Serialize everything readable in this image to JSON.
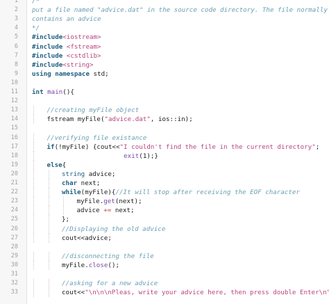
{
  "editor": {
    "lines": [
      {
        "n": "1",
        "indent": 0,
        "tokens": [
          {
            "t": "/*",
            "k": "c"
          }
        ]
      },
      {
        "n": "2",
        "indent": 0,
        "tokens": [
          {
            "t": "put a file named \"advice.dat\" in the source code directory. The file normally",
            "k": "c"
          }
        ]
      },
      {
        "n": "3",
        "indent": 0,
        "tokens": [
          {
            "t": "contains an advice",
            "k": "c"
          }
        ]
      },
      {
        "n": "4",
        "indent": 0,
        "tokens": [
          {
            "t": "*/",
            "k": "c"
          }
        ]
      },
      {
        "n": "5",
        "indent": 0,
        "tokens": [
          {
            "t": "#include",
            "k": "pp"
          },
          {
            "t": "<iostream>",
            "k": "hd"
          }
        ]
      },
      {
        "n": "6",
        "indent": 0,
        "tokens": [
          {
            "t": "#include ",
            "k": "pp"
          },
          {
            "t": "<fstream>",
            "k": "hd"
          }
        ]
      },
      {
        "n": "7",
        "indent": 0,
        "tokens": [
          {
            "t": "#include ",
            "k": "pp"
          },
          {
            "t": "<cstdlib>",
            "k": "hd"
          }
        ]
      },
      {
        "n": "8",
        "indent": 0,
        "tokens": [
          {
            "t": "#include",
            "k": "pp"
          },
          {
            "t": "<string>",
            "k": "hd"
          }
        ]
      },
      {
        "n": "9",
        "indent": 0,
        "tokens": [
          {
            "t": "using namespace ",
            "k": "kw"
          },
          {
            "t": "std;",
            "k": "pl"
          }
        ]
      },
      {
        "n": "10",
        "indent": 0,
        "tokens": []
      },
      {
        "n": "11",
        "indent": 0,
        "tokens": [
          {
            "t": "int ",
            "k": "kw"
          },
          {
            "t": "main",
            "k": "fn"
          },
          {
            "t": "(){",
            "k": "pl"
          }
        ]
      },
      {
        "n": "12",
        "indent": 0,
        "tokens": []
      },
      {
        "n": "13",
        "indent": 1,
        "tokens": [
          {
            "t": "//creating myFile object",
            "k": "c"
          }
        ]
      },
      {
        "n": "14",
        "indent": 1,
        "tokens": [
          {
            "t": "fstream myFile(",
            "k": "pl"
          },
          {
            "t": "\"advice.dat\"",
            "k": "st"
          },
          {
            "t": ", ios::in);",
            "k": "pl"
          }
        ]
      },
      {
        "n": "15",
        "indent": 0,
        "tokens": []
      },
      {
        "n": "16",
        "indent": 1,
        "tokens": [
          {
            "t": "//verifying file existance",
            "k": "c"
          }
        ]
      },
      {
        "n": "17",
        "indent": 1,
        "tokens": [
          {
            "t": "if",
            "k": "kw"
          },
          {
            "t": "(!myFile) {cout<<",
            "k": "pl"
          },
          {
            "t": "\"I couldn't find the file in the current directory\"",
            "k": "st"
          },
          {
            "t": ";",
            "k": "pl"
          }
        ]
      },
      {
        "n": "18",
        "indent": 1,
        "tokens": [
          {
            "t": "                    ",
            "k": "pl"
          },
          {
            "t": "exit",
            "k": "fn"
          },
          {
            "t": "(1);}",
            "k": "pl"
          }
        ]
      },
      {
        "n": "19",
        "indent": 1,
        "tokens": [
          {
            "t": "else",
            "k": "kw"
          },
          {
            "t": "{",
            "k": "pl"
          }
        ]
      },
      {
        "n": "20",
        "indent": 2,
        "tokens": [
          {
            "t": "string ",
            "k": "ty"
          },
          {
            "t": "advice;",
            "k": "pl"
          }
        ]
      },
      {
        "n": "21",
        "indent": 2,
        "tokens": [
          {
            "t": "char ",
            "k": "kw"
          },
          {
            "t": "next;",
            "k": "pl"
          }
        ]
      },
      {
        "n": "22",
        "indent": 2,
        "tokens": [
          {
            "t": "while",
            "k": "kw"
          },
          {
            "t": "(myFile){",
            "k": "pl"
          },
          {
            "t": "//It will stop after receiving the EOF character",
            "k": "c"
          }
        ]
      },
      {
        "n": "23",
        "indent": 3,
        "tokens": [
          {
            "t": "myFile.",
            "k": "pl"
          },
          {
            "t": "get",
            "k": "fn"
          },
          {
            "t": "(next);",
            "k": "pl"
          }
        ]
      },
      {
        "n": "24",
        "indent": 3,
        "tokens": [
          {
            "t": "advice ",
            "k": "pl"
          },
          {
            "t": "+=",
            "k": "op"
          },
          {
            "t": " next;",
            "k": "pl"
          }
        ]
      },
      {
        "n": "25",
        "indent": 2,
        "tokens": [
          {
            "t": "};",
            "k": "pl"
          }
        ]
      },
      {
        "n": "26",
        "indent": 2,
        "tokens": [
          {
            "t": "//Displaying the old advice",
            "k": "c"
          }
        ]
      },
      {
        "n": "27",
        "indent": 2,
        "tokens": [
          {
            "t": "cout<<advice;",
            "k": "pl"
          }
        ]
      },
      {
        "n": "28",
        "indent": 0,
        "tokens": []
      },
      {
        "n": "29",
        "indent": 2,
        "tokens": [
          {
            "t": "//disconnecting the file",
            "k": "c"
          }
        ]
      },
      {
        "n": "30",
        "indent": 2,
        "tokens": [
          {
            "t": "myFile.",
            "k": "pl"
          },
          {
            "t": "close",
            "k": "fn"
          },
          {
            "t": "();",
            "k": "pl"
          }
        ]
      },
      {
        "n": "31",
        "indent": 0,
        "tokens": []
      },
      {
        "n": "32",
        "indent": 2,
        "tokens": [
          {
            "t": "//asking for a new advice",
            "k": "c"
          }
        ]
      },
      {
        "n": "33",
        "indent": 2,
        "tokens": [
          {
            "t": "cout<<",
            "k": "pl"
          },
          {
            "t": "\"\\n\\n\\nPleas, write your advice here, then press double Enter\\n\"",
            "k": "st"
          },
          {
            "t": ";",
            "k": "pl"
          }
        ]
      }
    ]
  }
}
